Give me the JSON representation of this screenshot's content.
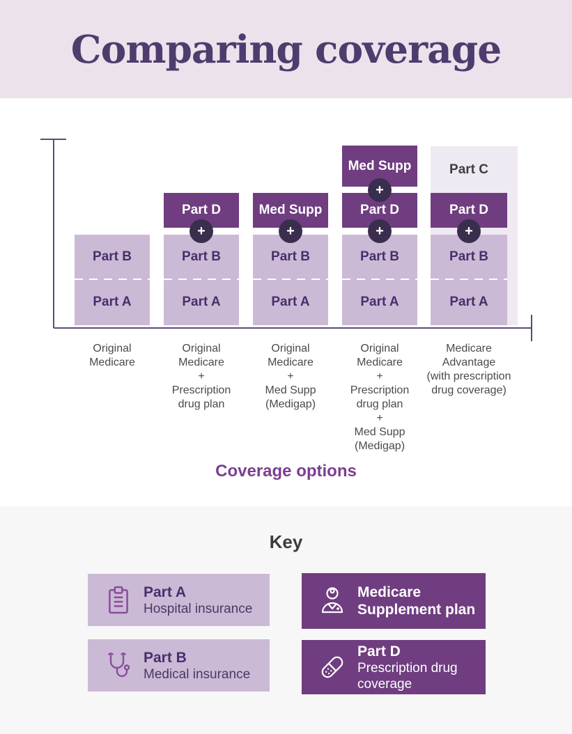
{
  "header": {
    "title": "Comparing coverage"
  },
  "chart": {
    "type": "stacked-block-diagram",
    "axis_title": "Coverage options",
    "base_parts": [
      "Part B",
      "Part A"
    ],
    "plus_symbol": "+",
    "columns": [
      {
        "name": "original-medicare",
        "panel": null,
        "tops": [],
        "label_lines": [
          "Original",
          "Medicare"
        ]
      },
      {
        "name": "original-medicare-plus-drug-plan",
        "panel": null,
        "tops": [
          "Part D"
        ],
        "label_lines": [
          "Original",
          "Medicare",
          "+",
          "Prescription",
          "drug plan"
        ]
      },
      {
        "name": "original-medicare-plus-med-supp",
        "panel": null,
        "tops": [
          "Med Supp"
        ],
        "label_lines": [
          "Original",
          "Medicare",
          "+",
          "Med Supp",
          "(Medigap)"
        ]
      },
      {
        "name": "original-medicare-plus-drug-plan-plus-med-supp",
        "panel": null,
        "tops": [
          "Med Supp",
          "Part D"
        ],
        "label_lines": [
          "Original",
          "Medicare",
          "+",
          "Prescription",
          "drug plan",
          "+",
          "Med Supp",
          "(Medigap)"
        ]
      },
      {
        "name": "medicare-advantage",
        "panel": "Part C",
        "tops": [
          "Part D"
        ],
        "label_lines": [
          "Medicare",
          "Advantage",
          "(with prescription",
          "drug coverage)"
        ]
      }
    ]
  },
  "key": {
    "heading": "Key",
    "items": [
      {
        "title": "Part A",
        "subtitle": "Hospital insurance",
        "variant": "light",
        "icon": "clipboard-icon"
      },
      {
        "title": "Medicare Supplement plan",
        "subtitle": "",
        "variant": "dark",
        "icon": "doctor-icon"
      },
      {
        "title": "Part B",
        "subtitle": "Medical insurance",
        "variant": "light",
        "icon": "stethoscope-icon"
      },
      {
        "title": "Part D",
        "subtitle": "Prescription drug coverage",
        "variant": "dark",
        "icon": "pill-icon"
      }
    ]
  },
  "colors": {
    "banner_bg": "#ECE2EC",
    "title_text": "#4F3C6E",
    "light_block": "#CBBAD5",
    "dark_block": "#6F3D80",
    "panel_bg": "#EFE9F3",
    "badge_bg": "#3A2E4E",
    "block_label_text": "#472F6B",
    "axis_line": "#5C4A78",
    "grey_text": "#4A4A4A",
    "axis_title_text": "#7C3F90",
    "key_bg": "#F7F7F7",
    "key_heading_text": "#3C3C3C"
  }
}
